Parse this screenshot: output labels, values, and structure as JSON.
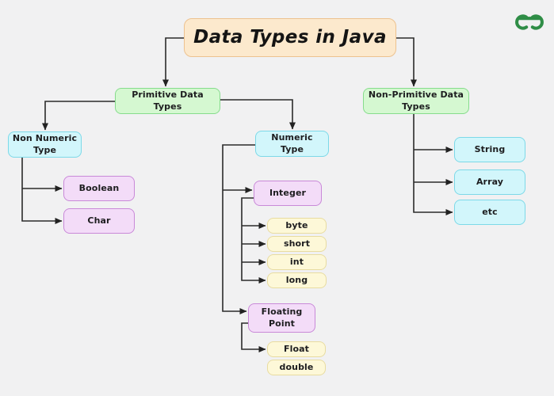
{
  "page": {
    "background_color": "#f1f1f2",
    "line_color": "#2b2b2b"
  },
  "logo": {
    "icon": "geeksforgeeks-logo",
    "color": "#2f8d46"
  },
  "diagram": {
    "title": "Data Types in Java",
    "nodes": {
      "primitive": "Primitive Data\nTypes",
      "non_primitive": "Non-Primitive Data\nTypes",
      "non_numeric": "Non Numeric\nType",
      "numeric": "Numeric\nType",
      "boolean": "Boolean",
      "char": "Char",
      "integer": "Integer",
      "byte": "byte",
      "short": "short",
      "int": "int",
      "long": "long",
      "floating_point": "Floating Point",
      "float": "Float",
      "double": "double",
      "string": "String",
      "array": "Array",
      "etc": "etc"
    },
    "palette": {
      "title_fill": "#fce9cd",
      "title_border": "#edc28f",
      "category_fill": "#d5f8d1",
      "category_border": "#86dc8c",
      "type_fill": "#d2f6fb",
      "type_border": "#7cd9e8",
      "subtype_fill": "#f3dcf8",
      "subtype_border": "#c989d8",
      "leaf_fill": "#fdf8d8",
      "leaf_border": "#e8dca0"
    }
  }
}
